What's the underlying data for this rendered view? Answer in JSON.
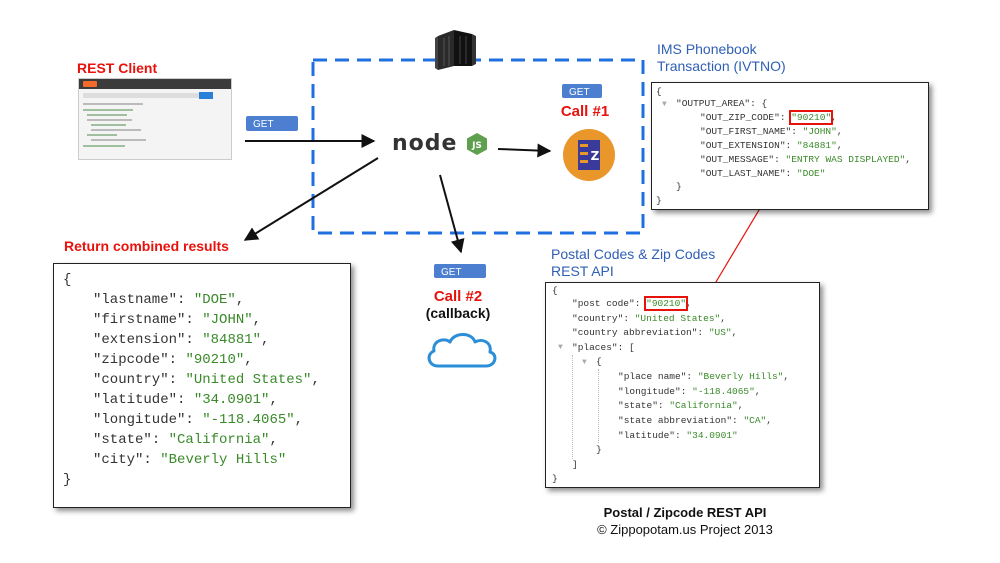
{
  "rest_client": {
    "title": "REST Client"
  },
  "get_label": "GET",
  "return_title": "Return combined results",
  "result_json": [
    {
      "key": "\"lastname\"",
      "value": "\"DOE\"",
      "comma": ","
    },
    {
      "key": "\"firstname\"",
      "value": "\"JOHN\"",
      "comma": ","
    },
    {
      "key": "\"extension\"",
      "value": "\"84881\"",
      "comma": ","
    },
    {
      "key": "\"zipcode\"",
      "value": "\"90210\"",
      "comma": ","
    },
    {
      "key": "\"country\"",
      "value": "\"United States\"",
      "comma": ","
    },
    {
      "key": "\"latitude\"",
      "value": "\"34.0901\"",
      "comma": ","
    },
    {
      "key": "\"longitude\"",
      "value": "\"-118.4065\"",
      "comma": ","
    },
    {
      "key": "\"state\"",
      "value": "\"California\"",
      "comma": ","
    },
    {
      "key": "\"city\"",
      "value": "\"Beverly Hills\"",
      "comma": ""
    }
  ],
  "call1": {
    "label": "Call #1"
  },
  "call2": {
    "label": "Call #2",
    "sub": "(callback)"
  },
  "ims": {
    "title_line1": "IMS Phonebook",
    "title_line2": "Transaction (IVTNO)",
    "output_area": "\"OUTPUT_AREA\": {",
    "fields": [
      {
        "key": "\"OUT_ZIP_CODE\"",
        "value": "\"90210\"",
        "comma": ",",
        "highlight": true
      },
      {
        "key": "\"OUT_FIRST_NAME\"",
        "value": "\"JOHN\"",
        "comma": ",",
        "highlight": false
      },
      {
        "key": "\"OUT_EXTENSION\"",
        "value": "\"84881\"",
        "comma": ",",
        "highlight": false
      },
      {
        "key": "\"OUT_MESSAGE\"",
        "value": "\"ENTRY WAS DISPLAYED\"",
        "comma": ",",
        "highlight": false
      },
      {
        "key": "\"OUT_LAST_NAME\"",
        "value": "\"DOE\"",
        "comma": "",
        "highlight": false
      }
    ]
  },
  "postal": {
    "title_line1": "Postal Codes & Zip Codes",
    "title_line2": "REST API",
    "post_code_key": "\"post code\"",
    "post_code_value": "\"90210\"",
    "country_key": "\"country\"",
    "country_value": "\"United States\"",
    "abbr_key": "\"country abbreviation\"",
    "abbr_value": "\"US\"",
    "places_key": "\"places\"",
    "place_fields": [
      {
        "key": "\"place name\"",
        "value": "\"Beverly Hills\"",
        "comma": ","
      },
      {
        "key": "\"longitude\"",
        "value": "\"-118.4065\"",
        "comma": ","
      },
      {
        "key": "\"state\"",
        "value": "\"California\"",
        "comma": ","
      },
      {
        "key": "\"state abbreviation\"",
        "value": "\"CA\"",
        "comma": ","
      },
      {
        "key": "\"latitude\"",
        "value": "\"34.0901\"",
        "comma": ""
      }
    ]
  },
  "footer": {
    "title": "Postal / Zipcode REST API",
    "copyright": "© Zippopotam.us Project 2013"
  },
  "nodejs_logo_text": "node",
  "colors": {
    "accent_red": "#e8120c",
    "link_blue": "#2f5fb4",
    "badge_blue": "#4d7fd0",
    "string_green": "#3a8a2a",
    "dashed_blue": "#1f6fe0"
  }
}
